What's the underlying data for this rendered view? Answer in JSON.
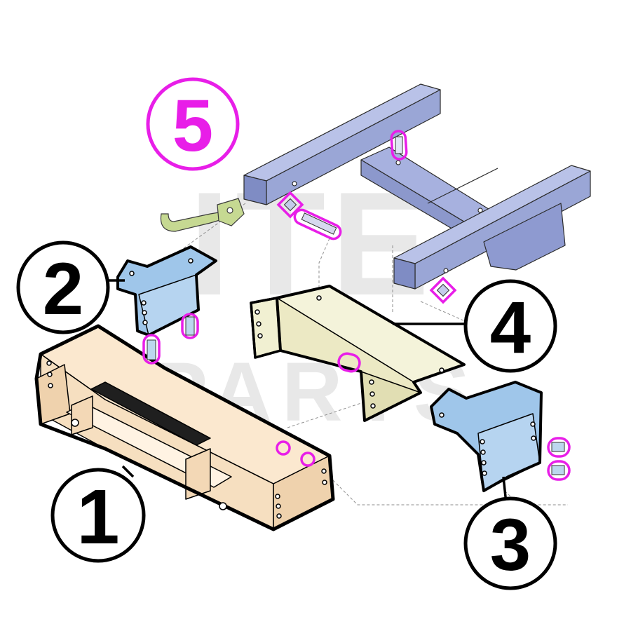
{
  "diagram": {
    "watermark": {
      "line1": "ITE",
      "line2": "PARTS"
    },
    "callouts": [
      {
        "id": "part-1",
        "label": "1",
        "part": "main-bumper-frame"
      },
      {
        "id": "part-2",
        "label": "2",
        "part": "left-side-bracket"
      },
      {
        "id": "part-3",
        "label": "3",
        "part": "right-side-bracket"
      },
      {
        "id": "part-4",
        "label": "4",
        "part": "center-support-bracket"
      },
      {
        "id": "part-5",
        "label": "5",
        "part": "hardware-kit"
      }
    ],
    "colors": {
      "outline": "#000000",
      "hardware_highlight": "#e81ee8",
      "vehicle_frame": "#9aa6d6",
      "bumper": "#f6dfc0",
      "side_brackets": "#9fc6ea",
      "center_bracket": "#f1f0d2",
      "tow_hook": "#c6d992",
      "guide_lines": "#9a9a9a",
      "watermark": "#d8d8d8"
    }
  }
}
